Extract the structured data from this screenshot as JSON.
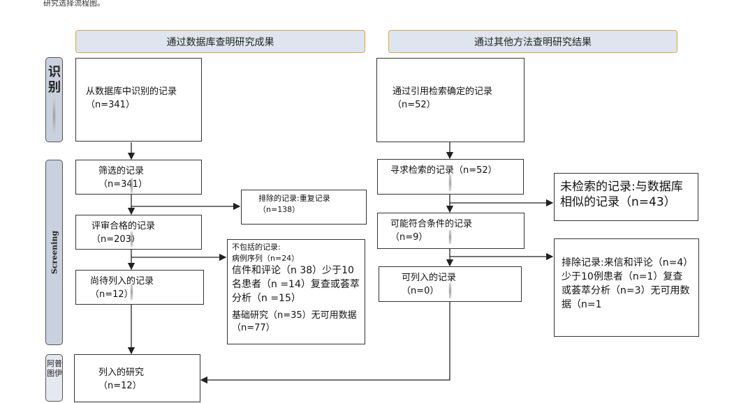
{
  "caption": "研究选择流程图。",
  "headers": {
    "database": "通过数据库查明研究成果",
    "other": "通过其他方法查明研究结果"
  },
  "side_labels": {
    "identification": "识别",
    "screening": "Screening",
    "included": "阿普图伊"
  },
  "left": {
    "identified": "从数据库中识别的记录（n=341）",
    "screened": "筛选的记录（n=341）",
    "excluded_dup": "排除的记录:重复记录（n=138）",
    "eligible": "评审合格的记录（n=203）",
    "excluded_head": "不包括的记录:",
    "excluded_case": "病例序列（n=24）",
    "excluded_main": "信件和评论（n 38）少于10名患者（n =14）复查或荟萃分析（n =15）",
    "excluded_basic": "基础研究（n=35）无可用数据（n=77）",
    "pending": "尚待列入的记录（n=12）",
    "included": "列入的研究（n=12）"
  },
  "right": {
    "identified": "通过引用检索确定的记录（n=52）",
    "sought": "寻求检索的记录（n=52）",
    "not_retrieved": "未检索的记录:与数据库相似的记录（n=43）",
    "eligible": "可能符合条件的记录（n=9）",
    "excluded": "排除记录:来信和评论（n=4）少于10例患者（n=1）复查或荟萃分析（n=3）无可用数据（n=1",
    "includable": "可列入的记录（n=0）"
  }
}
